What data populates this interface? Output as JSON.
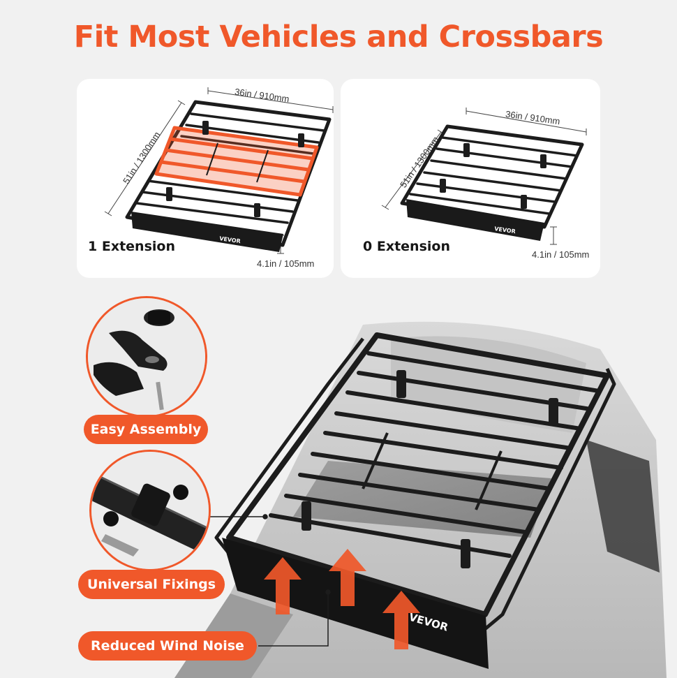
{
  "headline": "Fit Most Vehicles and Crossbars",
  "config_left": {
    "label": "1 Extension",
    "width_dim": "36in / 910mm",
    "length_dim": "51in / 1300mm",
    "height_dim": "4.1in / 105mm",
    "brand": "VEVOR"
  },
  "config_right": {
    "label": "0 Extension",
    "width_dim": "36in / 910mm",
    "length_dim": "51in / 1300mm",
    "height_dim": "4.1in / 105mm",
    "brand": "VEVOR"
  },
  "features": [
    {
      "label": "Easy Assembly"
    },
    {
      "label": "Universal Fixings"
    },
    {
      "label": "Reduced Wind Noise"
    }
  ],
  "hero_brand": "VEVOR",
  "colors": {
    "accent": "#f0582a",
    "rack": "#1c1c1c",
    "extension": "#f0582a",
    "background": "#f1f1f1"
  }
}
